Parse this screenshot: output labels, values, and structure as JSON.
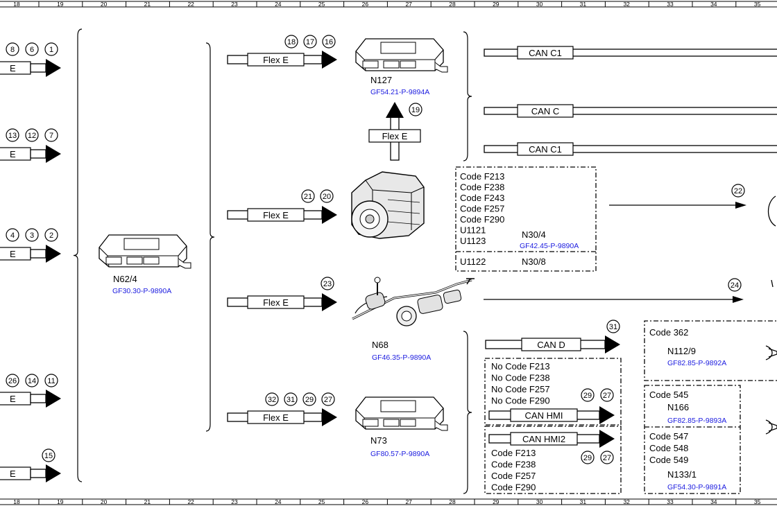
{
  "ruler": {
    "numbers": [
      "18",
      "19",
      "20",
      "21",
      "22",
      "23",
      "24",
      "25",
      "26",
      "27",
      "28",
      "29",
      "30",
      "31",
      "32",
      "33",
      "34",
      "35"
    ]
  },
  "left": {
    "line_label": "E",
    "groups": [
      {
        "circles": [
          "8",
          "6",
          "1"
        ]
      },
      {
        "circles": [
          "13",
          "12",
          "7"
        ]
      },
      {
        "circles": [
          "4",
          "3",
          "2"
        ]
      },
      {
        "circles": [
          "26",
          "14",
          "11"
        ]
      },
      {
        "circles": [
          "15"
        ]
      }
    ]
  },
  "flex": {
    "label": "Flex E"
  },
  "flex_rows": [
    {
      "circles": [
        "18",
        "17",
        "16"
      ]
    },
    {
      "circles": [
        "21",
        "20"
      ]
    },
    {
      "circles": [
        "23"
      ]
    },
    {
      "circles": [
        "32",
        "31",
        "29",
        "27"
      ]
    }
  ],
  "flex_up": {
    "circle": "19"
  },
  "modules": {
    "n62": {
      "name": "N62/4",
      "ref": "GF30.30-P-9890A"
    },
    "n127": {
      "name": "N127",
      "ref": "GF54.21-P-9894A"
    },
    "n68": {
      "name": "N68",
      "ref": "GF46.35-P-9890A"
    },
    "n73": {
      "name": "N73",
      "ref": "GF80.57-P-9890A"
    }
  },
  "can_lines": [
    "CAN C1",
    "CAN C",
    "CAN C1"
  ],
  "esp_box": {
    "codes": [
      "Code F213",
      "Code F238",
      "Code F243",
      "Code F257",
      "Code F290",
      "U1121",
      "U1123"
    ],
    "name": "N30/4",
    "ref": "GF42.45-P-9890A",
    "code2": "U1122",
    "name2": "N30/8"
  },
  "mid_circles": {
    "c22": "22",
    "c24": "24",
    "c31": "31"
  },
  "can_d": "CAN D",
  "hmi_box": {
    "codes": [
      "No Code F213",
      "No Code F238",
      "No Code F257",
      "No Code F290"
    ],
    "circles": [
      "29",
      "27"
    ],
    "label": "CAN HMI"
  },
  "hmi2_box": {
    "label": "CAN HMI2",
    "codes": [
      "Code F213",
      "Code F238",
      "Code F257",
      "Code F290"
    ],
    "circles": [
      "29",
      "27"
    ]
  },
  "right": {
    "box1": {
      "code": "Code 362",
      "name": "N112/9",
      "ref": "GF82.85-P-9892A"
    },
    "box2": {
      "code": "Code 545",
      "name": "N166",
      "ref": "GF82.85-P-9893A"
    },
    "box3": {
      "codes": [
        "Code 547",
        "Code 548",
        "Code 549"
      ],
      "name": "N133/1",
      "ref": "GF54.30-P-9891A"
    }
  }
}
